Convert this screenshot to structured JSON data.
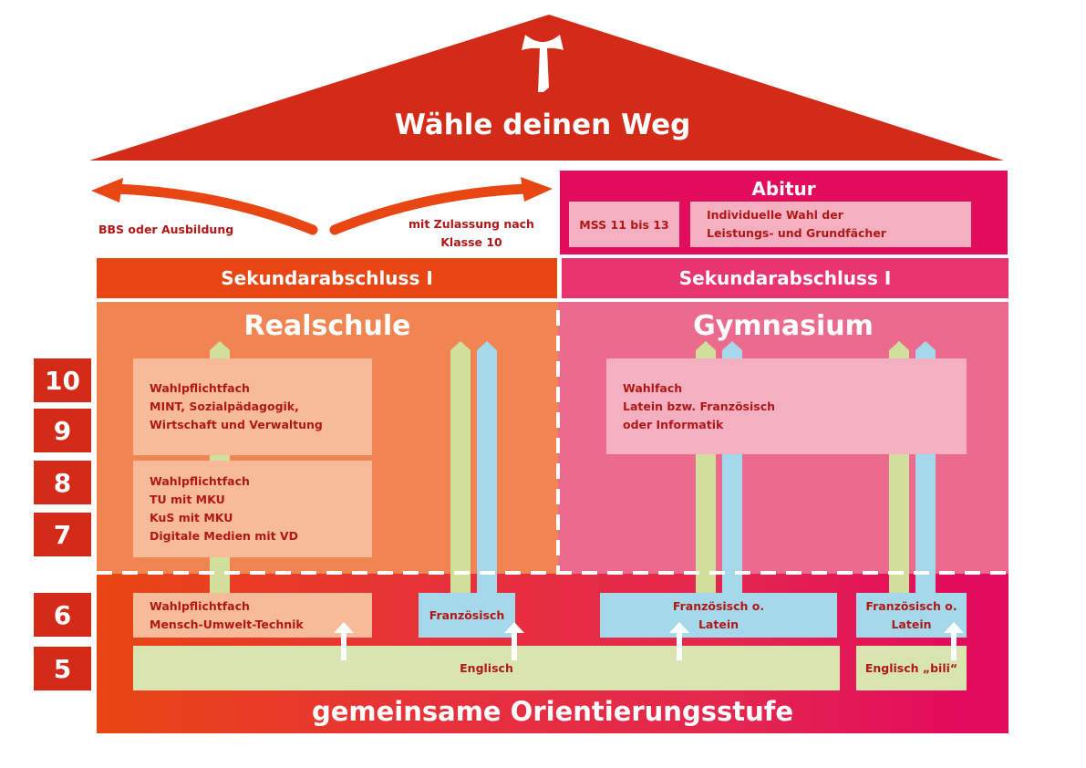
{
  "roof": {
    "title": "Wähle deinen Weg",
    "icon": "tau-cross-icon",
    "color": "#d42a18"
  },
  "pathways": {
    "left_arrow_label": "BBS oder Ausbildung",
    "right_arrow_label_line1": "mit Zulassung nach",
    "right_arrow_label_line2": "Klasse 10",
    "arrow_color": "#e84613"
  },
  "abitur": {
    "title": "Abitur",
    "mss": "MSS 11 bis 13",
    "wahl_line1": "Individuelle Wahl der",
    "wahl_line2": "Leistungs- und Grundfächer",
    "color": "#e30b5c"
  },
  "sekundarabschluss": {
    "left": "Sekundarabschluss I",
    "right": "Sekundarabschluss I"
  },
  "realschule": {
    "title": "Realschule",
    "color": "#f08552",
    "box_upper": [
      "Wahlpflichtfach",
      "MINT, Sozialpädagogik,",
      "Wirtschaft und Verwaltung"
    ],
    "box_lower": [
      "Wahlpflichtfach",
      "TU mit MKU",
      "KuS mit MKU",
      "Digitale Medien mit VD"
    ]
  },
  "gymnasium": {
    "title": "Gymnasium",
    "color": "#ec6a8e",
    "box": [
      "Wahlfach",
      "Latein bzw. Französisch",
      "oder Informatik"
    ]
  },
  "orientierungsstufe": {
    "title": "gemeinsame Orientierungsstufe",
    "wpf": [
      "Wahlpflichtfach",
      "Mensch-Umwelt-Technik"
    ],
    "franz": "Französisch",
    "franz_latein_1": [
      "Französisch o.",
      "Latein"
    ],
    "franz_latein_2": [
      "Französisch o.",
      "Latein"
    ],
    "englisch": "Englisch",
    "englisch_bili": "Englisch „bili“"
  },
  "grades": [
    "10",
    "9",
    "8",
    "7",
    "6",
    "5"
  ],
  "colors": {
    "green_track": "#d0e09a",
    "blue_track": "#a5d8ea",
    "text_dark": "#b01818"
  }
}
